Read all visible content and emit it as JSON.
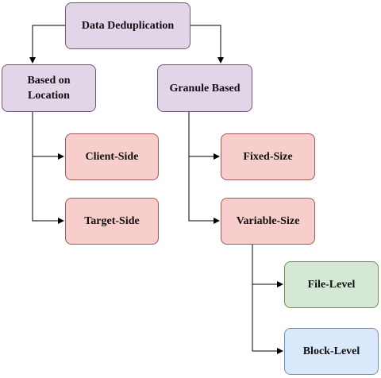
{
  "diagram": {
    "root": {
      "label": "Data Deduplication"
    },
    "location": {
      "label_line1": "Based on",
      "label_line2": "Location"
    },
    "granule": {
      "label": "Granule Based"
    },
    "client_side": {
      "label": "Client-Side"
    },
    "target_side": {
      "label": "Target-Side"
    },
    "fixed_size": {
      "label": "Fixed-Size"
    },
    "variable_size": {
      "label": "Variable-Size"
    },
    "file_level": {
      "label": "File-Level"
    },
    "block_level": {
      "label": "Block-Level"
    }
  },
  "colors": {
    "purple_fill": "#e1d5e7",
    "red_fill": "#f8cecc",
    "green_fill": "#d5e8d4",
    "blue_fill": "#dae8fc",
    "connector": "#000000"
  }
}
